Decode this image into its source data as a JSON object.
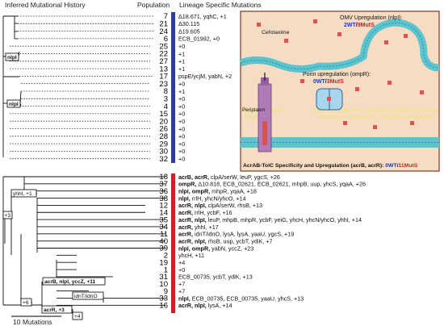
{
  "headers": {
    "history": "Inferred Mutational History",
    "population": "Population",
    "lineage": "Lineage Specific Mutations"
  },
  "scale_bar_label": "10 Mutations",
  "top_clade": {
    "bar_color": "#2a3f9a",
    "rows": [
      {
        "pop": "7",
        "mut": "Δ18.671, yqhC, +1"
      },
      {
        "pop": "21",
        "mut": "Δ30.115"
      },
      {
        "pop": "24",
        "mut": "Δ19.605"
      },
      {
        "pop": "6",
        "mut": "ECB_01992, +0"
      },
      {
        "pop": "25",
        "mut": "+0"
      },
      {
        "pop": "22",
        "mut": "+1"
      },
      {
        "pop": "27",
        "mut": "+1"
      },
      {
        "pop": "13",
        "mut": "+1"
      },
      {
        "pop": "17",
        "mut": "pspE/ycjM, yabN, +2"
      },
      {
        "pop": "23",
        "mut": "+0"
      },
      {
        "pop": "8",
        "mut": "+1"
      },
      {
        "pop": "3",
        "mut": "+0"
      },
      {
        "pop": "4",
        "mut": "+0"
      },
      {
        "pop": "15",
        "mut": "+0"
      },
      {
        "pop": "20",
        "mut": "+0"
      },
      {
        "pop": "26",
        "mut": "+0"
      },
      {
        "pop": "28",
        "mut": "+0"
      },
      {
        "pop": "29",
        "mut": "+0"
      },
      {
        "pop": "30",
        "mut": "+0"
      },
      {
        "pop": "32",
        "mut": "+0"
      }
    ]
  },
  "bottom_clade": {
    "bar_color": "#c8232a",
    "rows": [
      {
        "pop": "18",
        "bold": "acrB, acrR,",
        "mut": " clpA/serW, leuP, ygcS, +26"
      },
      {
        "pop": "37",
        "bold": "ompR,",
        "mut": " Δ10.818, ECB_02621, ECB_02621, mhpB, uup, yhcS, yqaA, +26"
      },
      {
        "pop": "36",
        "bold": "nlpI, ompR,",
        "mut": " mhpR, yqaA, +18"
      },
      {
        "pop": "38",
        "bold": "nlpI,",
        "mut": " rrlH, yhcN/yhcO, +14"
      },
      {
        "pop": "12",
        "bold": "acrR, nlpI,",
        "mut": " clpA/serW, rhsB, +13"
      },
      {
        "pop": "14",
        "bold": "acrR,",
        "mut": " rrlH, ycbF, +16"
      },
      {
        "pop": "35",
        "bold": "acrR, nlpI,",
        "mut": " leuP, mhpB, mhpR, ycbF, yeiG, yhcH, yhcN/yhcO, yhhI, +14"
      },
      {
        "pop": "34",
        "bold": "acrR,",
        "mut": " yhhI, +17"
      },
      {
        "pop": "11",
        "bold": "acrR,",
        "mut": " idnT/idnO, lysA, lysA, yaaU, ygcS, +19"
      },
      {
        "pop": "40",
        "bold": "acrR, nlpI,",
        "mut": " rhsB, uup, ycbT, ydiK, +7"
      },
      {
        "pop": "39",
        "bold": "nlpI, ompR,",
        "mut": " yabN, yccZ, +23"
      },
      {
        "pop": "2",
        "bold": "",
        "mut": "yhcH, +11"
      },
      {
        "pop": "19",
        "bold": "",
        "mut": "+4"
      },
      {
        "pop": "1",
        "bold": "",
        "mut": "+0"
      },
      {
        "pop": "31",
        "bold": "",
        "mut": "ECB_00735, ycbT, ydiK, +13"
      },
      {
        "pop": "10",
        "bold": "",
        "mut": "+7"
      },
      {
        "pop": "9",
        "bold": "",
        "mut": "+7"
      },
      {
        "pop": "33",
        "bold": "nlpI,",
        "mut": " ECB_00735, ECB_00735, yaaU, yhcS, +13"
      },
      {
        "pop": "16",
        "bold": "acrR, nlpI,",
        "mut": " lysA, +14"
      }
    ]
  },
  "tree_labels": {
    "nlpI_a": "nlpI",
    "nlpI_b": "nlpI",
    "yhhI": "yhhI, +1",
    "plus3a": "+3",
    "acrB_nlpI": "acrB, nlpI, yccZ, +11",
    "idnT": "idnT/idnO",
    "plus6": "+6",
    "acrR3": "acrR, +3",
    "plus4": "+4"
  },
  "inset": {
    "omv_title": "OMV Upregulation (nlpI):",
    "omv_wt": "2WT",
    "omv_muts": "9MutS",
    "cefotaxime": "Cefotaxime",
    "porin_title": "Porin upregulation (ompR):",
    "porin_wt": "0WT",
    "porin_muts": "3MutS",
    "periplasm": "Periplasm",
    "acr_title": "AcrAB-TolC Specificity and Upregulation (acrB, acrR):",
    "acr_wt": "0WT",
    "acr_muts": "11MutS",
    "slash": "/",
    "colors": {
      "wt": "#1d39c4",
      "muts": "#d0202a",
      "membrane": "#5cc4cf",
      "bg": "#f6dcc2"
    }
  }
}
